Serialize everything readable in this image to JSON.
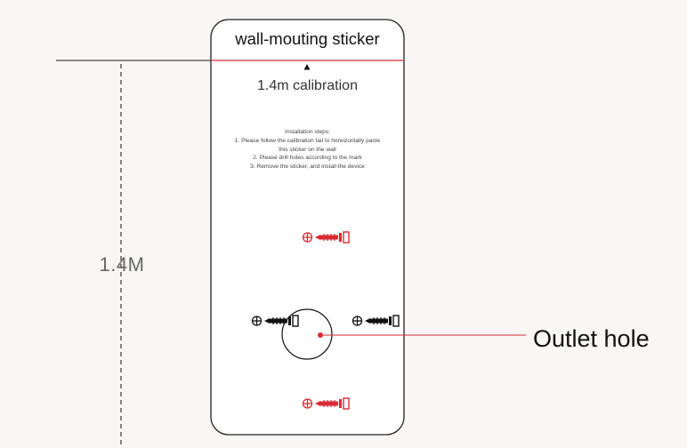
{
  "sticker": {
    "title": "wall-mouting sticker",
    "calibration_label": "1.4m calibration",
    "steps_heading": "Installation steps:",
    "steps": [
      "1. Please follow the calibration tail to  horeizontally paste\nthis sticker on the wall",
      "2. Please drill holes according to the mark",
      "3. Remove the sticker, and install the device"
    ]
  },
  "height_label": "1.4M",
  "outlet_label": "Outlet hole",
  "colors": {
    "accent_red": "#d82a33",
    "line_dark": "#222222",
    "background": "#f8f7f6"
  },
  "icons": [
    "crosshair-icon",
    "screw-icon",
    "calibration-arrow-icon"
  ]
}
